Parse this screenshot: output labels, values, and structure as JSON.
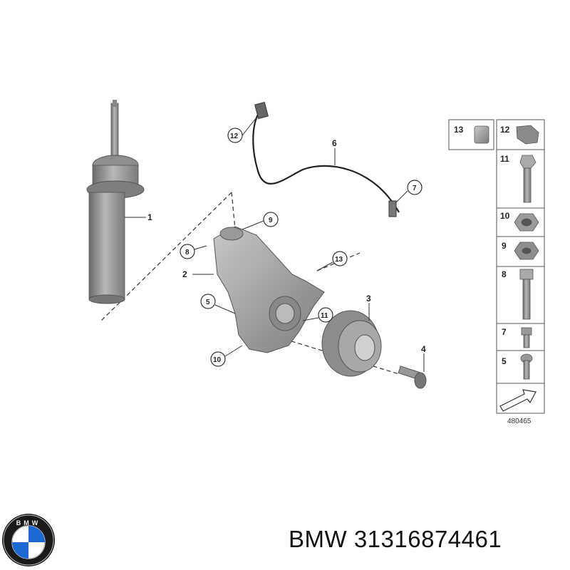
{
  "diagram": {
    "callouts": [
      "1",
      "2",
      "3",
      "4",
      "5",
      "6",
      "7",
      "8",
      "9",
      "10",
      "11",
      "12",
      "13"
    ],
    "parts_panel": [
      "13",
      "12",
      "11",
      "10",
      "9",
      "8",
      "7",
      "5"
    ],
    "reference_number": "480465"
  },
  "logo": {
    "text": "BMW"
  },
  "caption": {
    "brand": "BMW",
    "part_number": "31316874461"
  },
  "colors": {
    "part_gray": "#9a9a9a",
    "part_dark": "#6f6f6f",
    "line": "#333333",
    "logo_blue": "#1c69d4"
  }
}
